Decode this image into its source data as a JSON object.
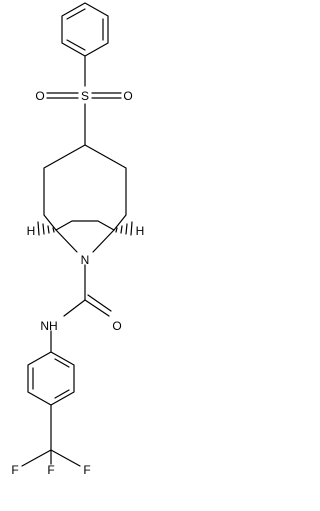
{
  "structure": {
    "atom_labels": {
      "sulfonyl_o_left": "O",
      "sulfonyl_s": "S",
      "sulfonyl_o_right": "O",
      "bridgehead_h_left": "H",
      "bridgehead_h_right": "H",
      "bridge_n": "N",
      "amide_nh": "NH",
      "amide_o": "O",
      "cf3_f_left": "F",
      "cf3_f_top": "F",
      "cf3_f_right": "F"
    }
  }
}
